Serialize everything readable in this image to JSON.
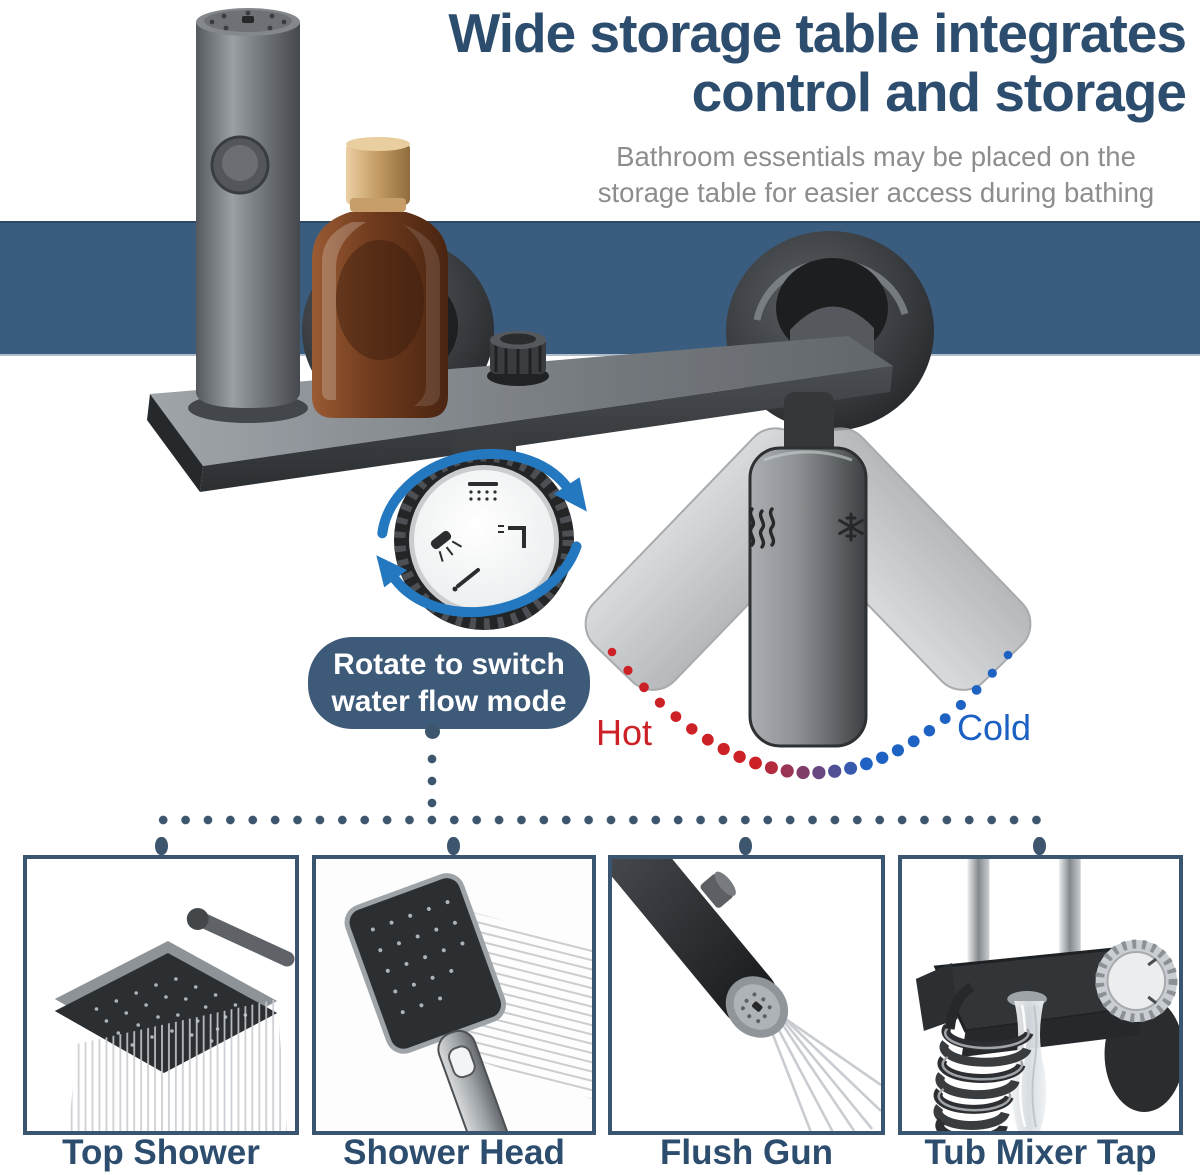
{
  "header": {
    "title_line1": "Wide storage table integrates",
    "title_line2": "control and storage",
    "subtitle_line1": "Bathroom essentials may be placed on the",
    "subtitle_line2": "storage table for easier access during bathing"
  },
  "callout": {
    "badge_line1": "Rotate to switch",
    "badge_line2": "water flow mode"
  },
  "temperature": {
    "hot_label": "Hot",
    "cold_label": "Cold"
  },
  "product": {
    "handle_icons": [
      "steam-icon",
      "snowflake-icon"
    ],
    "knob_mode_icons": [
      "rain-shower-icon",
      "handheld-sprayer-icon",
      "spout-icon",
      "tub-faucet-icon"
    ],
    "rotation_arrow": "circular-arrow-clockwise"
  },
  "features": [
    {
      "label": "Top Shower",
      "icon": "rain-shower-head"
    },
    {
      "label": "Shower Head",
      "icon": "handheld-shower"
    },
    {
      "label": "Flush Gun",
      "icon": "flush-gun"
    },
    {
      "label": "Tub Mixer Tap",
      "icon": "tub-mixer-tap"
    }
  ],
  "colors": {
    "title_blue": "#2d4d6e",
    "subtitle_gray": "#8d8d8d",
    "band_blue": "#3a5d7f",
    "badge_blue": "#3d5a78",
    "connector_slate": "#3d566e",
    "panel_border": "#3a5570",
    "hot_red": "#cc2127",
    "cold_blue": "#1e63c4",
    "arrow_blue": "#2478c0"
  }
}
